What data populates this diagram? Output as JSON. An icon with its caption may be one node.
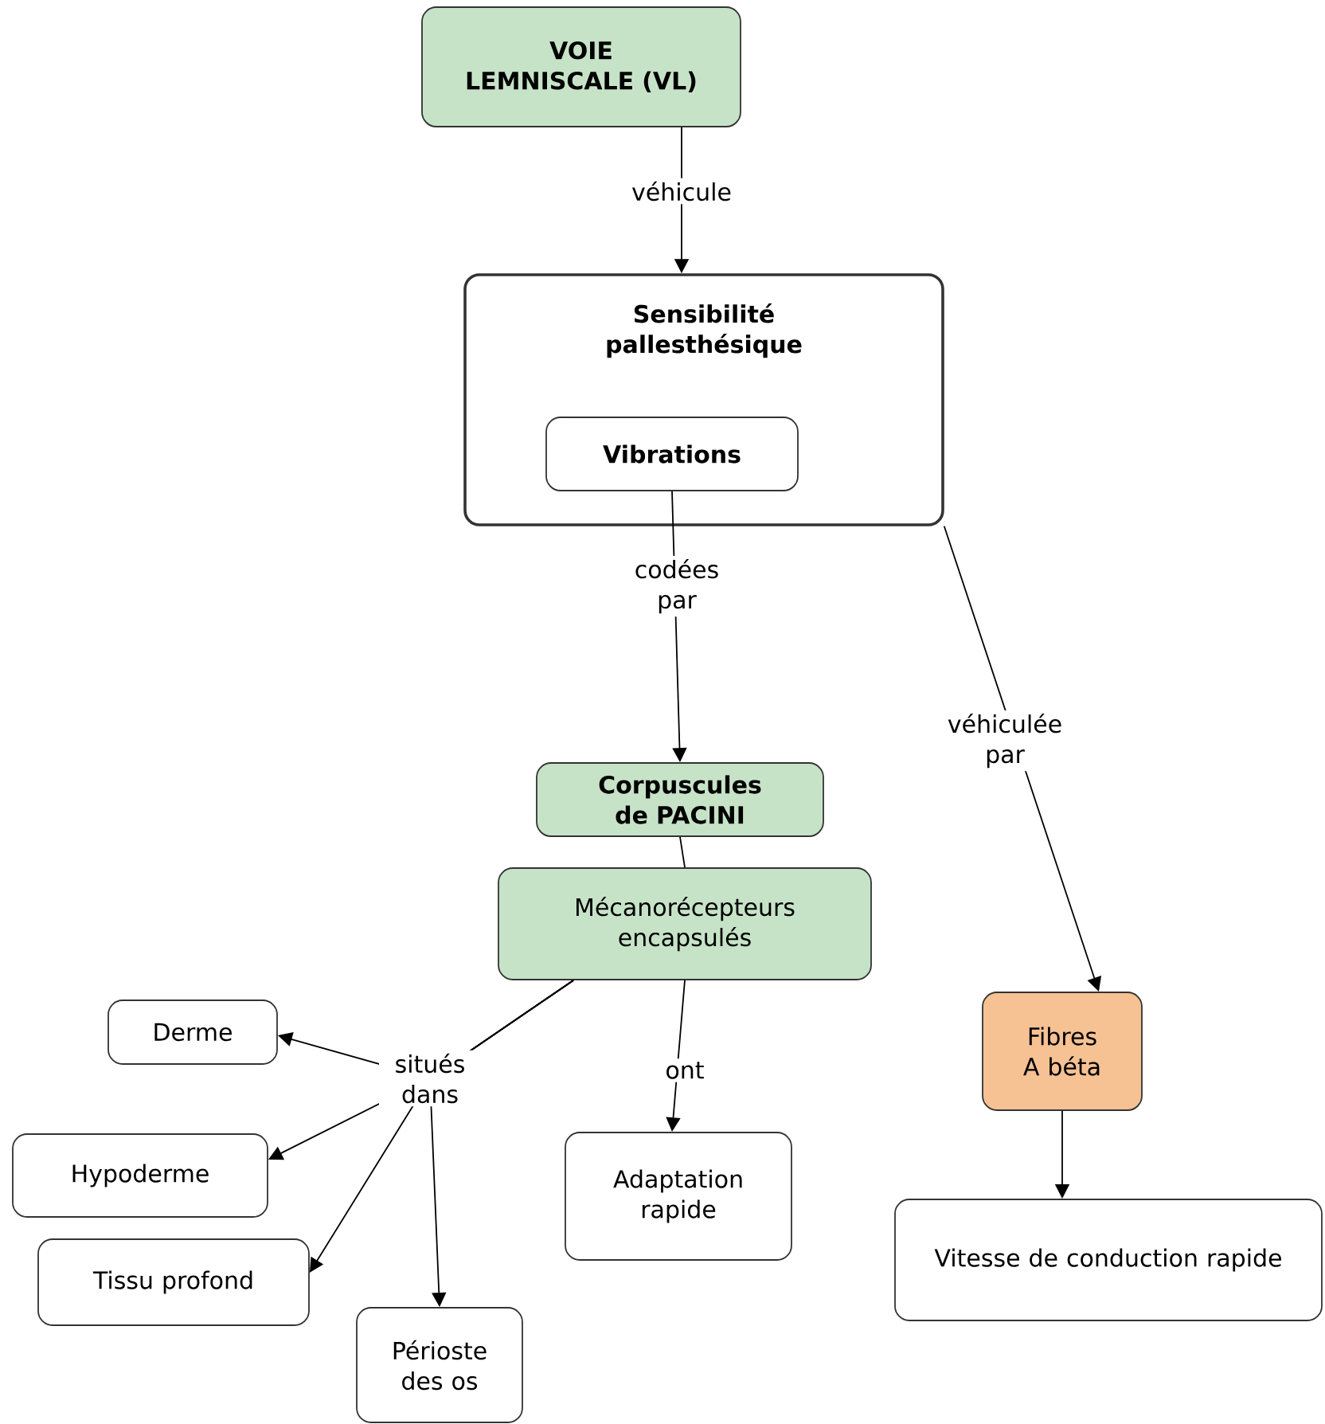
{
  "diagram": {
    "nodes": [
      {
        "text": [
          "VOIE LEMNISCALE (VL)"
        ]
      },
      {
        "text": [
          "Sensibilité pallesthésique"
        ]
      },
      {
        "text": [
          "Vibrations"
        ],
        "in": 1
      },
      {
        "text": [
          "Corpuscules de PACINI"
        ]
      },
      {
        "text": [
          "Mécanorécepteurs encapsulés"
        ]
      },
      {
        "text": [
          "Derme"
        ]
      },
      {
        "text": [
          "Hypoderme"
        ]
      },
      {
        "text": [
          "Tissu profond"
        ]
      },
      {
        "text": [
          "Périoste des os"
        ]
      },
      {
        "text": [
          "Adaptation rapide"
        ]
      },
      {
        "text": [
          "Fibres A béta"
        ]
      },
      {
        "text": [
          "Vitesse de conduction rapide"
        ]
      }
    ],
    "edges": [
      {
        "from": 0,
        "to": 1,
        "arrow": "to",
        "label": "véhicule"
      },
      {
        "from": 2,
        "to": 3,
        "arrow": "to",
        "label": "codées par"
      },
      {
        "from": 1,
        "to": 10,
        "arrow": "to",
        "label": "véhiculée par"
      },
      {
        "from": 3,
        "to": 4,
        "arrow": "none"
      },
      {
        "from": 4,
        "to": 5,
        "arrow": "to",
        "label": "situés dans"
      },
      {
        "from": 4,
        "to": 6,
        "arrow": "to"
      },
      {
        "from": 4,
        "to": 7,
        "arrow": "to"
      },
      {
        "from": 4,
        "to": 8,
        "arrow": "to"
      },
      {
        "from": 4,
        "to": 9,
        "arrow": "to",
        "label": "ont"
      },
      {
        "from": 10,
        "to": 11,
        "arrow": "to"
      }
    ]
  }
}
